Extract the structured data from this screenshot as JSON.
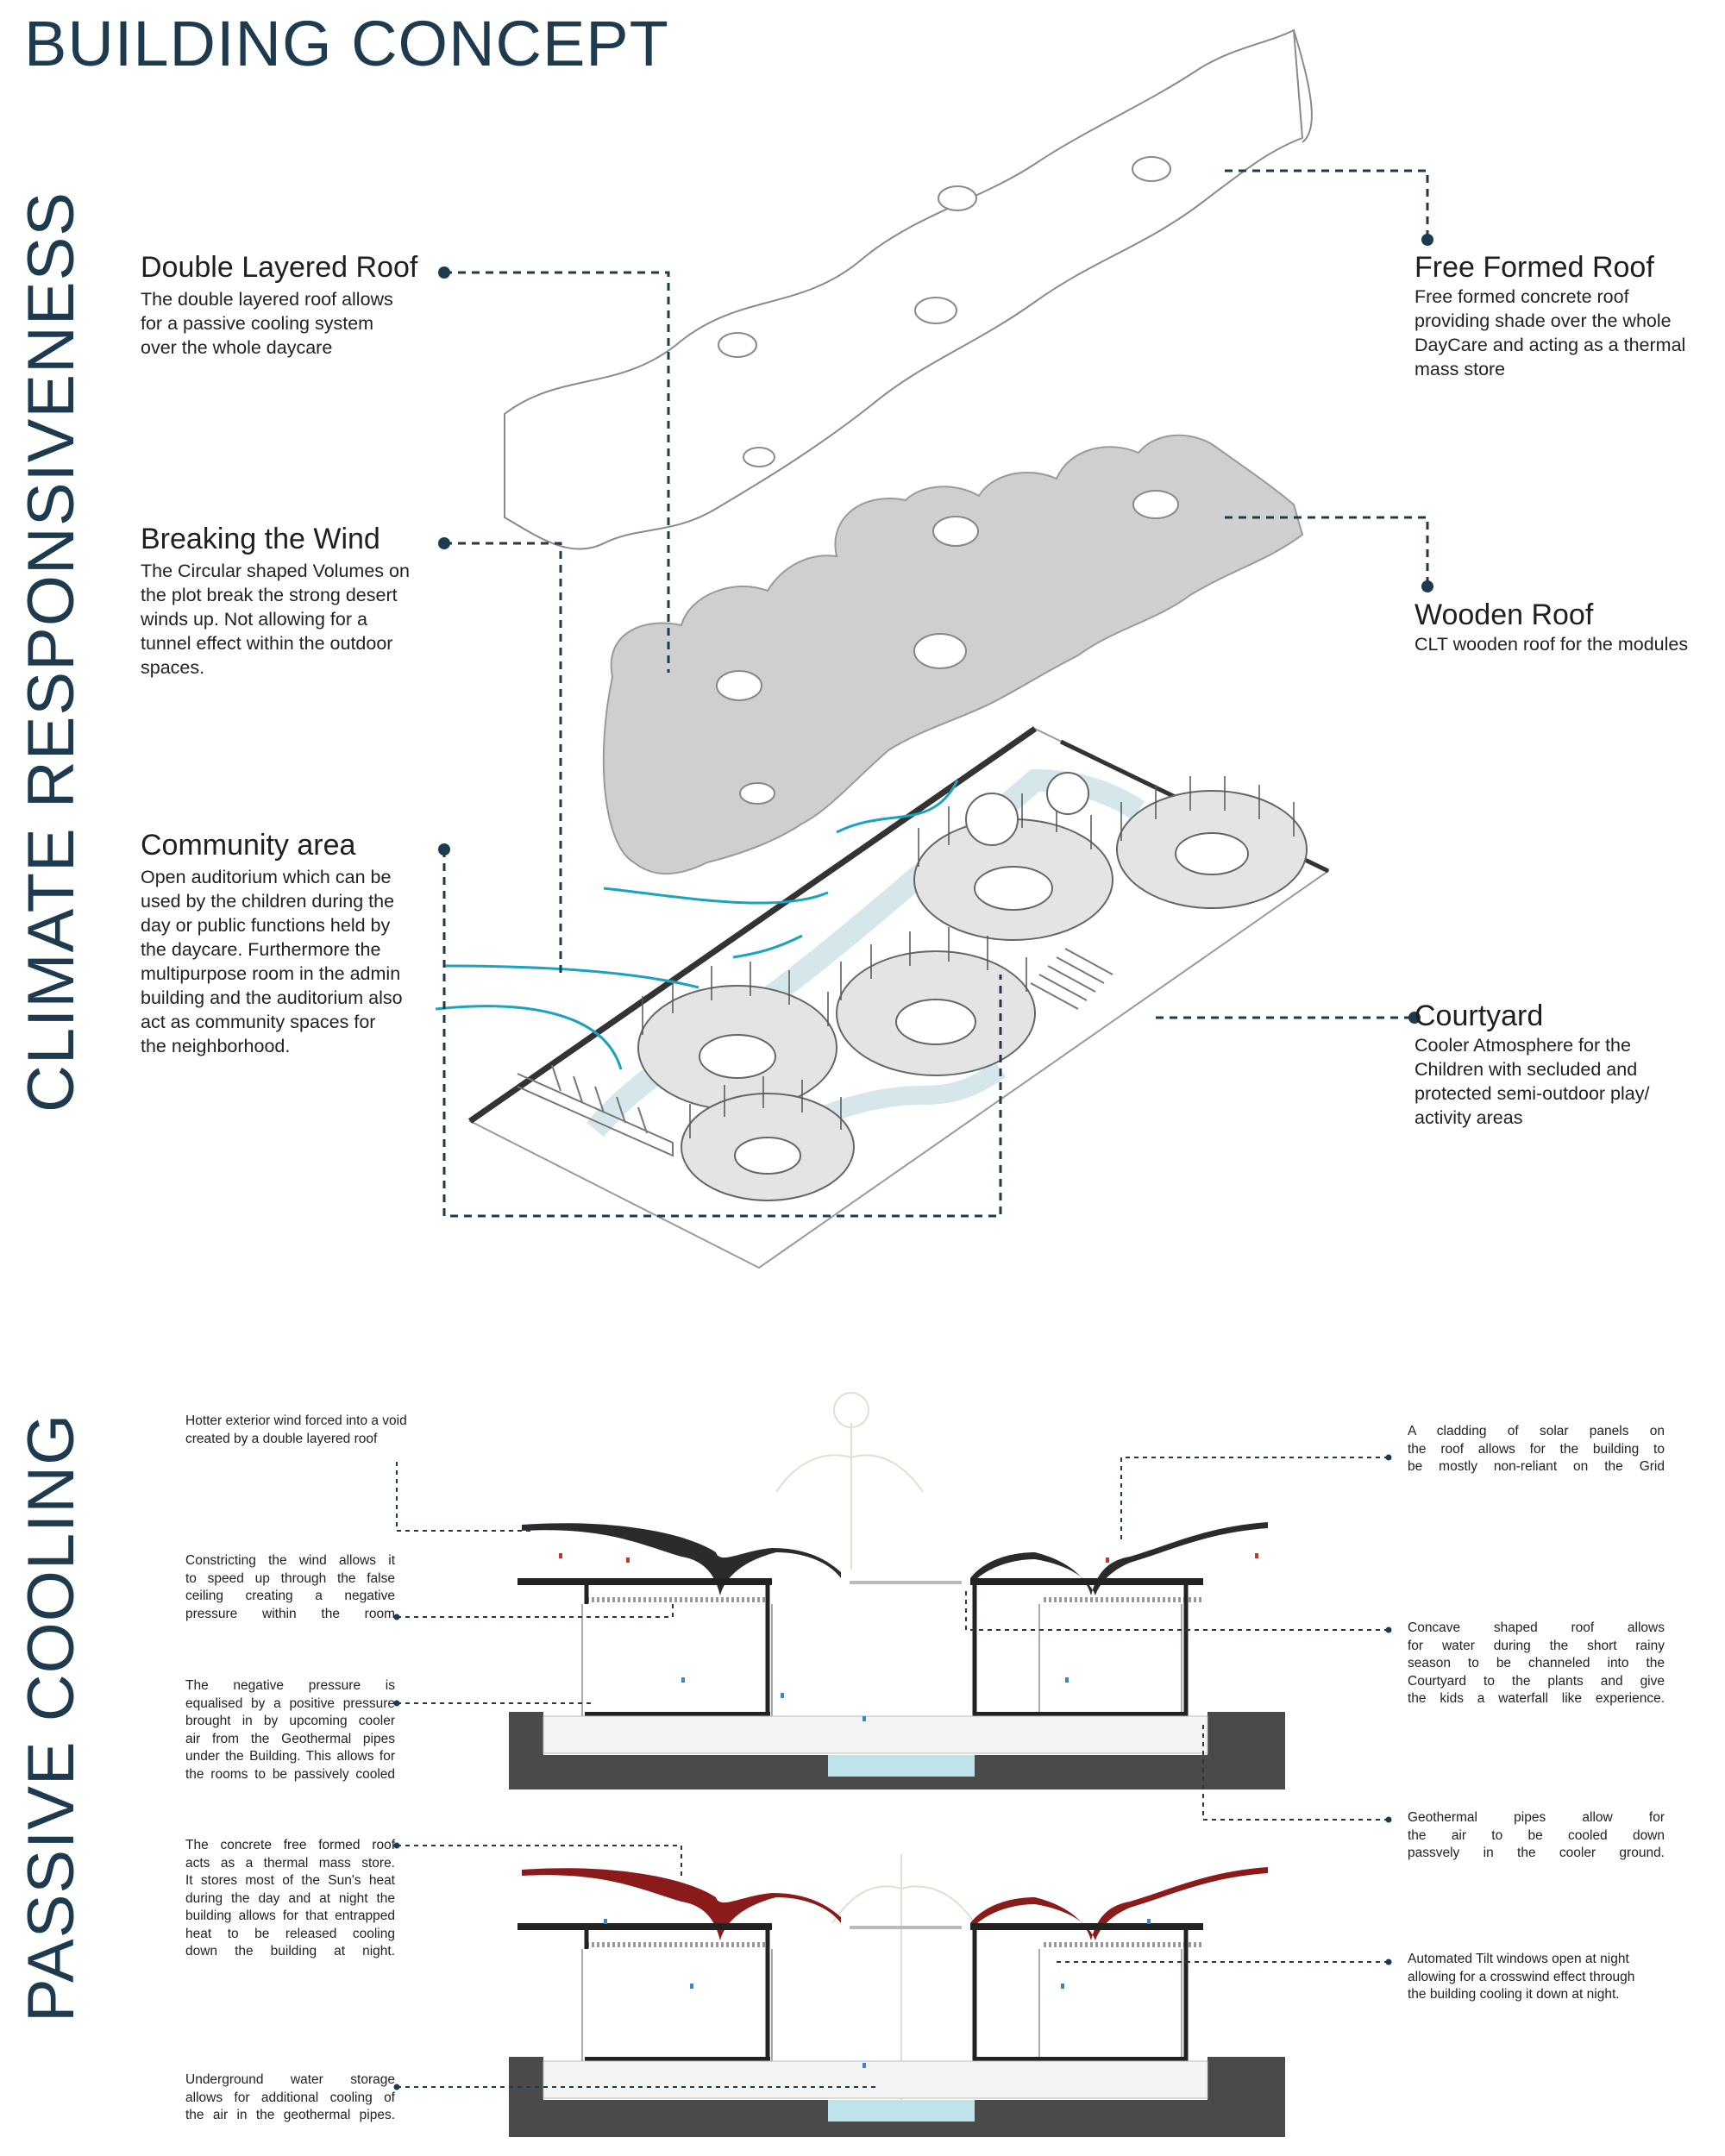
{
  "title": "BUILDING CONCEPT",
  "sections": {
    "climate": "CLIMATE RESPONSIVENESS",
    "cooling": "PASSIVE COOLING"
  },
  "callouts": {
    "double_roof": {
      "title": "Double Layered Roof",
      "lines": [
        "The double layered roof allows",
        "for a passive cooling system",
        "over the whole daycare"
      ]
    },
    "breaking_wind": {
      "title": "Breaking the Wind",
      "lines": [
        "The Circular shaped Volumes on",
        "the plot break the strong desert",
        "winds up. Not allowing for a",
        "tunnel effect within the outdoor",
        "spaces."
      ]
    },
    "community": {
      "title": "Community area",
      "lines": [
        "Open auditorium which can be",
        "used by the children during the",
        "day or public functions held by",
        "the daycare. Furthermore the",
        "multipurpose room in the admin",
        "building and the auditorium also",
        "act as community spaces for",
        "the neighborhood."
      ]
    },
    "free_roof": {
      "title": "Free Formed Roof",
      "lines": [
        "Free formed concrete roof",
        "providing shade over the whole",
        "DayCare and acting as a thermal",
        "mass store"
      ]
    },
    "wooden_roof": {
      "title": "Wooden Roof",
      "lines": [
        "CLT wooden roof for the modules"
      ]
    },
    "courtyard": {
      "title": "Courtyard",
      "lines": [
        "Cooler Atmosphere for the",
        "Children with secluded and",
        "protected semi-outdoor play/",
        "activity areas"
      ]
    }
  },
  "notes_left": {
    "hotter": [
      "Hotter exterior wind forced into a void",
      "created by a double layered roof"
    ],
    "constricting": [
      "Constricting the wind allows it",
      "to speed up through the false",
      "ceiling creating a negative",
      "pressure within the room"
    ],
    "negative": [
      "The negative pressure is",
      "equalised by a positive pressure",
      "brought in by upcoming cooler",
      "air from the Geothermal pipes",
      "under the Building. This allows for",
      "the rooms to be passively cooled"
    ],
    "concrete": [
      "The concrete free formed roof",
      "acts as a thermal mass store.",
      "It stores most of the Sun's heat",
      "during the day and at night the",
      "building allows for that entrapped",
      "heat to be released cooling",
      "down the building at night."
    ],
    "underground": [
      "Underground water storage",
      "allows for additional cooling of",
      "the air in the geothermal pipes."
    ]
  },
  "notes_right": {
    "solar": [
      "A cladding of solar panels on",
      "the roof allows for the building to",
      "be mostly non-reliant on the Grid"
    ],
    "concave": [
      "Concave shaped roof allows",
      "for water during the short rainy",
      "season to be channeled into the",
      "Courtyard to the plants and give",
      "the kids a waterfall like experience."
    ],
    "geothermal": [
      "Geothermal pipes allow for",
      "the air to be cooled down",
      "passvely in the cooler ground."
    ],
    "tilt": [
      "Automated Tilt windows open at night",
      "allowing for a crosswind effect through",
      "the building cooling it down at night."
    ]
  },
  "colors": {
    "title_blue": "#1d3a4f",
    "leader": "#1d3a4f",
    "wind": "#1aa3be",
    "roof_fill": "#cfcfcf",
    "hot_roof": "#8b1a1a",
    "ground": "#4a4a4a",
    "water": "#bfe3ea"
  }
}
